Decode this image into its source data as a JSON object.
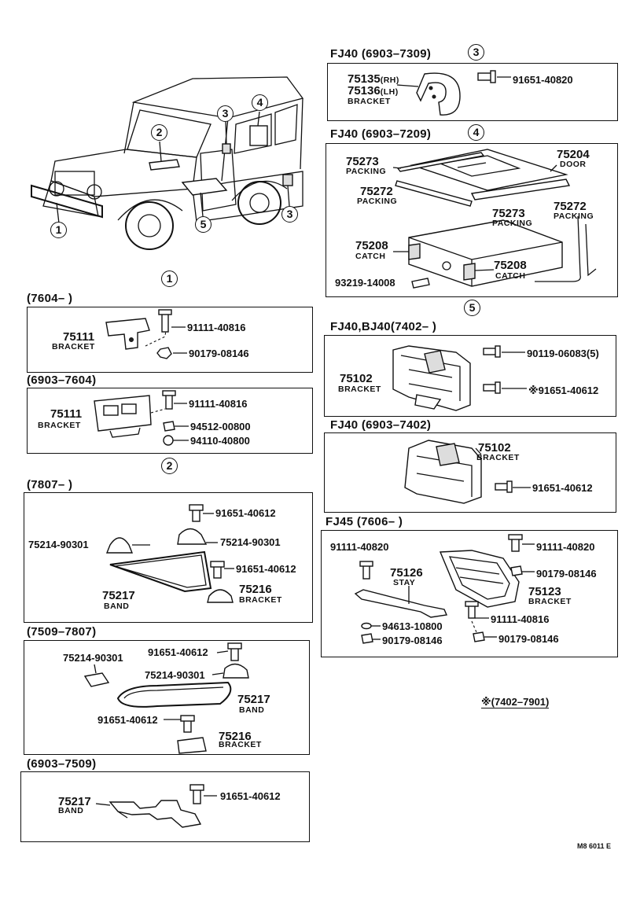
{
  "jeep": {
    "callouts": [
      "1",
      "2",
      "3",
      "4",
      "5",
      "3"
    ]
  },
  "sec1": {
    "circle": "1",
    "boxA": {
      "range": "(7604–        )",
      "part": "75111",
      "part_name": "BRACKET",
      "p1": "91111-40816",
      "p2": "90179-08146"
    },
    "boxB": {
      "range": "(6903–7604)",
      "part": "75111",
      "part_name": "BRACKET",
      "p1": "91111-40816",
      "p2": "94512-00800",
      "p3": "94110-40800"
    }
  },
  "sec2": {
    "circle": "2",
    "boxA": {
      "range": "(7807–        )",
      "p_bolt1": "91651-40612",
      "p_clampL": "75214-90301",
      "p_clampR": "75214-90301",
      "p_bolt2": "91651-40612",
      "band": "75217",
      "band_name": "BAND",
      "bracket": "75216",
      "bracket_name": "BRACKET"
    },
    "boxB": {
      "range": "(7509–7807)",
      "p_clampL": "75214-90301",
      "p_bolt1": "91651-40612",
      "p_clampR": "75214-90301",
      "band": "75217",
      "band_name": "BAND",
      "p_bolt2": "91651-40612",
      "bracket": "75216",
      "bracket_name": "BRACKET"
    },
    "boxC": {
      "range": "(6903–7509)",
      "band": "75217",
      "band_name": "BAND",
      "p_bolt": "91651-40612"
    }
  },
  "sec3": {
    "header": "FJ40  (6903–7309)",
    "circle": "3",
    "rh": "75135",
    "rh_tag": "(RH)",
    "lh": "75136",
    "lh_tag": "(LH)",
    "name": "BRACKET",
    "bolt": "91651-40820"
  },
  "sec4": {
    "header": "FJ40  (6903–7209)",
    "circle": "4",
    "packing1": "75273",
    "packing1_name": "PACKING",
    "door": "75204",
    "door_name": "DOOR",
    "packing2": "75272",
    "packing2_name": "PACKING",
    "packing3": "75273",
    "packing3_name": "PACKING",
    "packing4": "75272",
    "packing4_name": "PACKING",
    "catch1": "75208",
    "catch1_name": "CATCH",
    "catch2": "75208",
    "catch2_name": "CATCH",
    "screw": "93219-14008"
  },
  "sec5": {
    "circle": "5",
    "boxA": {
      "header": "FJ40,BJ40(7402–        )",
      "p1": "90119-06083(5)",
      "part": "75102",
      "part_name": "BRACKET",
      "p2": "※91651-40612"
    },
    "boxB": {
      "header": "FJ40  (6903–7402)",
      "part": "75102",
      "part_name": "BRACKET",
      "p1": "91651-40612"
    },
    "boxC": {
      "header": "FJ45  (7606–        )",
      "p_left": "91111-40820",
      "p_right": "91111-40820",
      "stay": "75126",
      "stay_name": "STAY",
      "nut1": "90179-08146",
      "bracket": "75123",
      "bracket_name": "BRACKET",
      "bolt": "91111-40816",
      "washer": "94613-10800",
      "nut2": "90179-08146",
      "nut3": "90179-08146"
    }
  },
  "note": "※(7402–7901)",
  "footer": "M8 6011 E"
}
